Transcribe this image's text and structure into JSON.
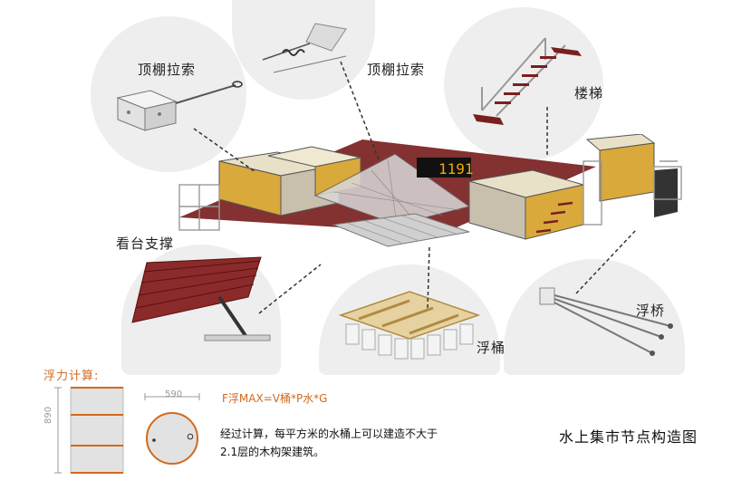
{
  "labels": {
    "canopy_cable_left": "顶棚拉索",
    "canopy_cable_right": "顶棚拉索",
    "stairs": "楼梯",
    "stand_support": "看台支撑",
    "floating_bucket": "浮桶",
    "floating_bridge": "浮桥"
  },
  "calc": {
    "title": "浮力计算:",
    "formula": "F浮MAX=V桶*P水*G",
    "note_line1": "经过计算，每平方米的水桶上可以建造不大于",
    "note_line2": "2.1层的木构架建筑。",
    "barrel_height": "890",
    "barrel_diameter": "590"
  },
  "summary_title": "水上集市节点构造图",
  "screen_text": "1191",
  "colors": {
    "accent_orange": "#d2691e",
    "deck_red": "#7a1f1f",
    "container_yellow": "#d9a93b",
    "circle_bg": "#eeeeee"
  }
}
